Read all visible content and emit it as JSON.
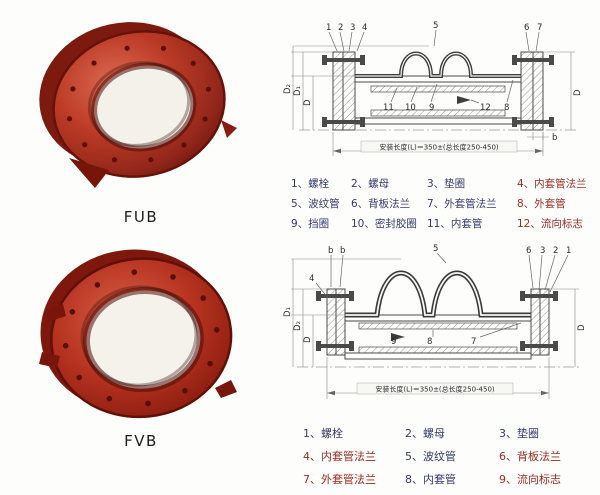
{
  "products": [
    {
      "label": "FUB"
    },
    {
      "label": "FVB"
    }
  ],
  "colors": {
    "product_red": "#b5321f",
    "drawing_line": "#4a4a4a",
    "legend_blue": "#333a6e",
    "legend_red": "#9c2a21"
  },
  "diagram_fub": {
    "callout_numbers": [
      "1",
      "2",
      "3",
      "4",
      "5",
      "6",
      "7",
      "8",
      "9",
      "10",
      "11",
      "12"
    ],
    "dims_left": [
      "D₂",
      "D₁",
      "D"
    ],
    "dims_right": [
      "D",
      "b"
    ],
    "install_note": "安装长度(L)＝350±(总长度250-450)",
    "legend": [
      {
        "text": "1、螺栓",
        "color": "#333a6e"
      },
      {
        "text": "2、螺母",
        "color": "#333a6e"
      },
      {
        "text": "3、垫圈",
        "color": "#333a6e"
      },
      {
        "text": "4、内套管法兰",
        "color": "#9c2a21"
      },
      {
        "text": "5、波纹管",
        "color": "#333a6e"
      },
      {
        "text": "6、背板法兰",
        "color": "#333a6e"
      },
      {
        "text": "7、外套管法兰",
        "color": "#333a6e"
      },
      {
        "text": "8、外套管",
        "color": "#9c2a21"
      },
      {
        "text": "9、挡圈",
        "color": "#333a6e"
      },
      {
        "text": "10、密封胶圈",
        "color": "#333a6e"
      },
      {
        "text": "11、内套管",
        "color": "#333a6e"
      },
      {
        "text": "12、流向标志",
        "color": "#9c2a21"
      }
    ]
  },
  "diagram_fvb": {
    "callout_numbers": [
      "1",
      "2",
      "3",
      "4",
      "5",
      "6",
      "7",
      "8",
      "9"
    ],
    "dims_left": [
      "D₁",
      "D₂",
      "D"
    ],
    "dims_right": [
      "D"
    ],
    "dims_b": [
      "b",
      "b"
    ],
    "install_note": "安装长度(L)＝350±(总长度250-450)",
    "legend": [
      {
        "text": "1、螺栓",
        "color": "#333a6e"
      },
      {
        "text": "2、螺母",
        "color": "#333a6e"
      },
      {
        "text": "3、垫圈",
        "color": "#333a6e"
      },
      {
        "text": "4、内套管法兰",
        "color": "#9c2a21"
      },
      {
        "text": "5、波纹管",
        "color": "#333a6e"
      },
      {
        "text": "6、背板法兰",
        "color": "#9c2a21"
      },
      {
        "text": "7、外套管法兰",
        "color": "#9c2a21"
      },
      {
        "text": "8、内套管",
        "color": "#333a6e"
      },
      {
        "text": "9、流向标志",
        "color": "#9c2a21"
      }
    ]
  }
}
